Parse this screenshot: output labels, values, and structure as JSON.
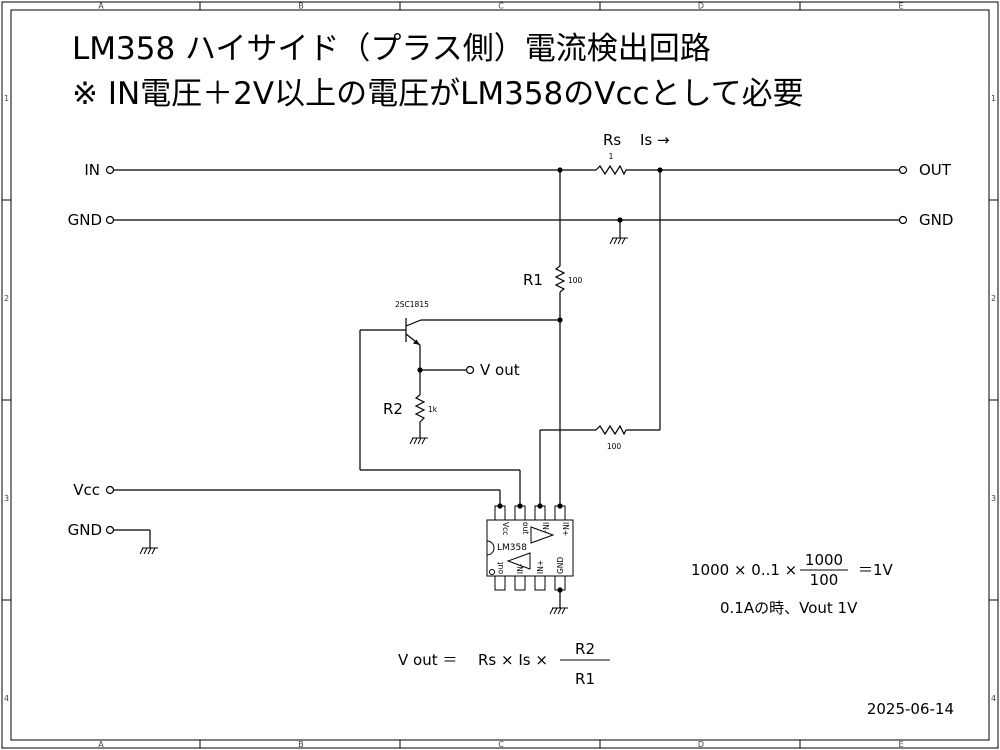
{
  "title": {
    "line1": "LM358  ハイサイド（プラス側）電流検出回路",
    "line2": "※ IN電圧＋2V以上の電圧がLM358のVccとして必要"
  },
  "frame": {
    "col_labels": [
      "A",
      "B",
      "C",
      "D",
      "E"
    ],
    "row_labels": [
      "1",
      "2",
      "3",
      "4"
    ]
  },
  "ports": {
    "in": "IN",
    "gnd_top": "GND",
    "out": "OUT",
    "gnd_right": "GND",
    "vcc": "Vcc",
    "gnd_bottom": "GND",
    "vout": "V out"
  },
  "components": {
    "rs": {
      "name": "Rs",
      "value": "1",
      "current": "Is →"
    },
    "r1": {
      "name": "R1",
      "value": "100"
    },
    "r2": {
      "name": "R2",
      "value": "1k"
    },
    "r3": {
      "value": "100"
    },
    "transistor": {
      "name": "2SC1815"
    },
    "ic": {
      "name": "LM358",
      "top_pins": [
        "Vcc",
        "out",
        "IN-",
        "IN+"
      ],
      "bottom_pins": [
        "out",
        "IN-",
        "IN+",
        "GND"
      ]
    }
  },
  "formulas": {
    "vout_lhs": "V out ＝",
    "vout_rhs": "Rs × Is ×",
    "vout_num": "R2",
    "vout_den": "R1",
    "calc_lhs": "1000 × 0..1 ×",
    "calc_num": "1000",
    "calc_den": "100",
    "calc_result": "＝1V",
    "note": "0.1Aの時、Vout  1V"
  },
  "date": "2025-06-14"
}
